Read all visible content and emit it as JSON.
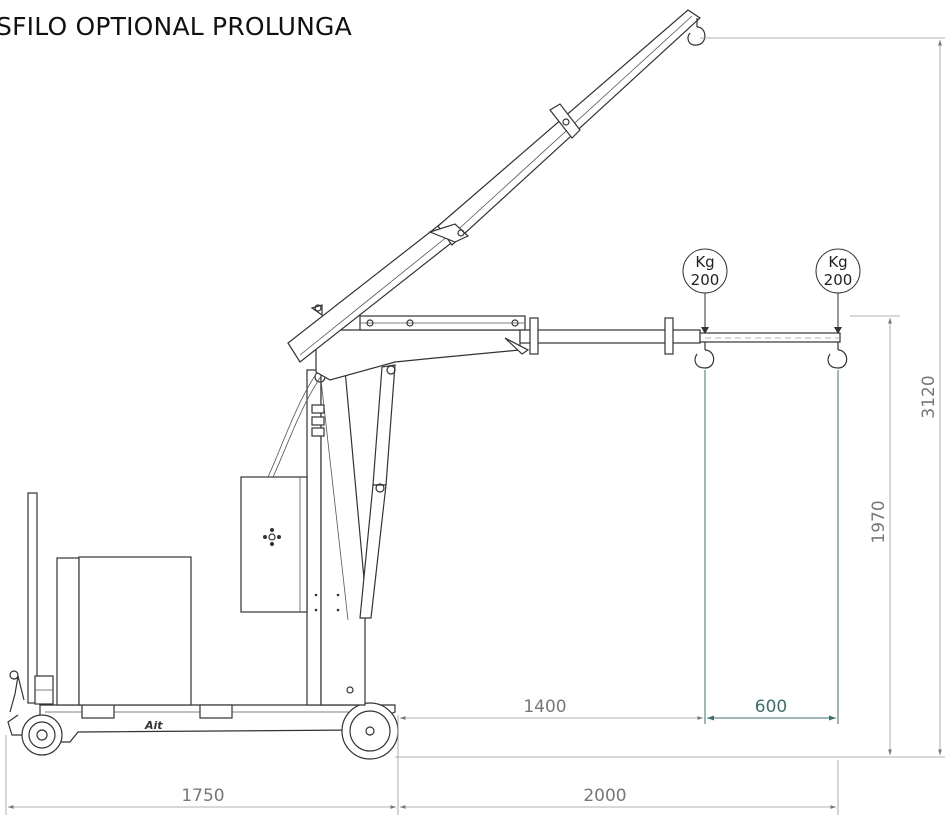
{
  "title": "SFILO OPTIONAL PROLUNGA",
  "loads": [
    {
      "line1": "Kg",
      "line2": "200"
    },
    {
      "line1": "Kg",
      "line2": "200"
    }
  ],
  "dimensions": {
    "d1400": "1400",
    "d600": "600",
    "d1750": "1750",
    "d2000": "2000",
    "d1970": "1970",
    "d3120": "3120"
  },
  "logo": "Ait"
}
